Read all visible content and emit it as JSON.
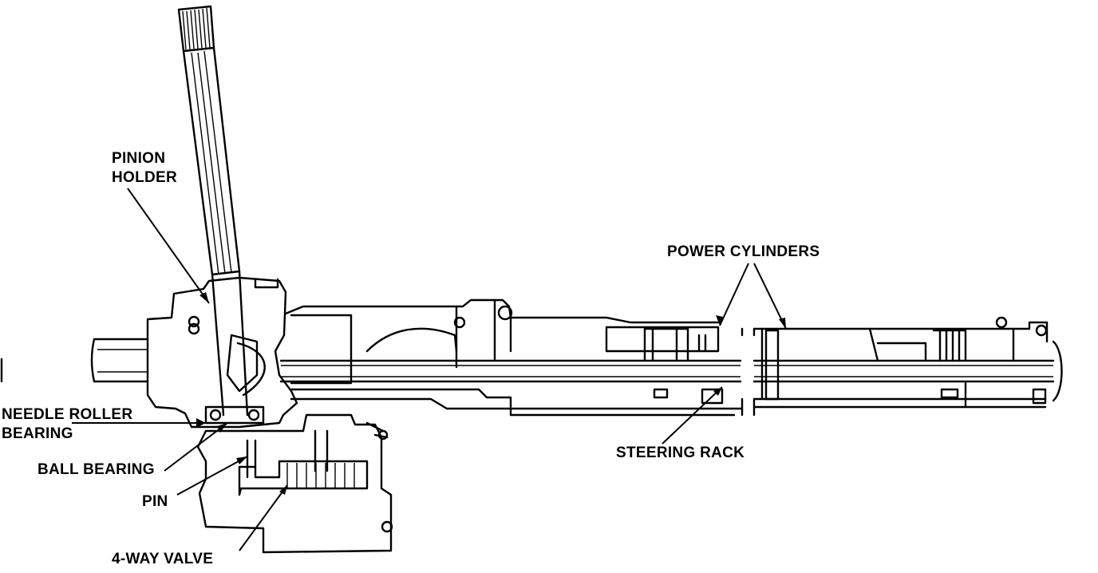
{
  "labels": {
    "pinion_holder_1": "PINION",
    "pinion_holder_2": "HOLDER",
    "power_cylinders": "POWER CYLINDERS",
    "needle_roller_1": "NEEDLE ROLLER",
    "needle_roller_2": "BEARING",
    "ball_bearing": "BALL BEARING",
    "pin": "PIN",
    "steering_rack": "STEERING RACK",
    "four_way_valve": "4-WAY VALVE"
  }
}
